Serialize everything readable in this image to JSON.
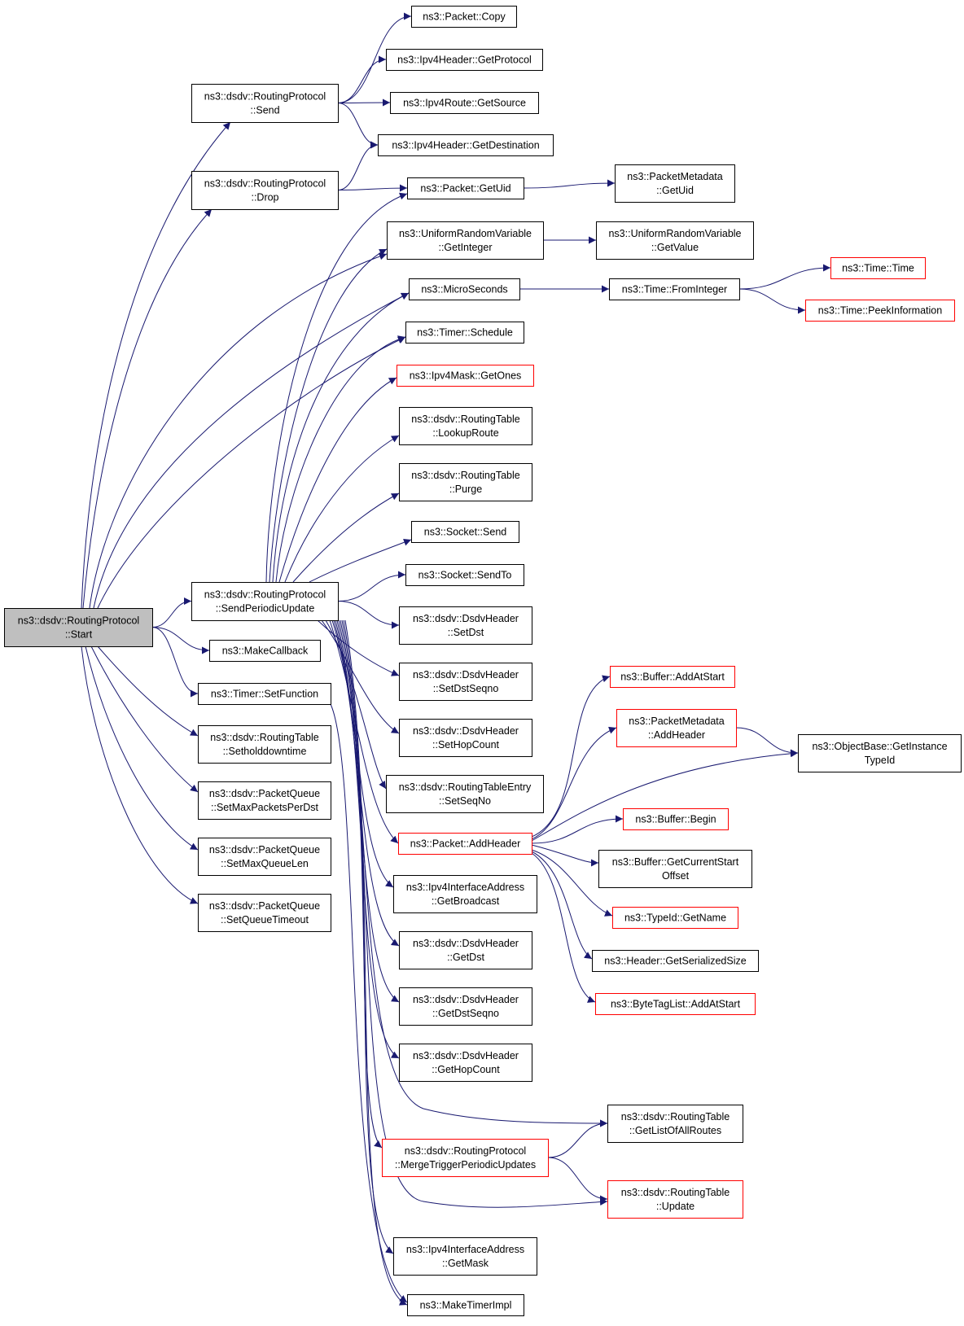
{
  "graph": {
    "colors": {
      "edge": "#191970",
      "arrow": "#191970",
      "node_border": "#000000",
      "node_border_external": "#ff0000",
      "node_fill": "#ffffff",
      "root_fill": "#bfbfbf",
      "text": "#000000"
    },
    "nodes": [
      {
        "id": "start",
        "lines": [
          "ns3::dsdv::RoutingProtocol",
          "::Start"
        ],
        "style": "root"
      },
      {
        "id": "send",
        "lines": [
          "ns3::dsdv::RoutingProtocol",
          "::Send"
        ],
        "style": "normal"
      },
      {
        "id": "drop",
        "lines": [
          "ns3::dsdv::RoutingProtocol",
          "::Drop"
        ],
        "style": "normal"
      },
      {
        "id": "spu",
        "lines": [
          "ns3::dsdv::RoutingProtocol",
          "::SendPeriodicUpdate"
        ],
        "style": "normal"
      },
      {
        "id": "makecb",
        "lines": [
          "ns3::MakeCallback"
        ],
        "style": "normal"
      },
      {
        "id": "setfunc",
        "lines": [
          "ns3::Timer::SetFunction"
        ],
        "style": "normal"
      },
      {
        "id": "sethold",
        "lines": [
          "ns3::dsdv::RoutingTable",
          "::Setholddowntime"
        ],
        "style": "normal"
      },
      {
        "id": "maxpkts",
        "lines": [
          "ns3::dsdv::PacketQueue",
          "::SetMaxPacketsPerDst"
        ],
        "style": "normal"
      },
      {
        "id": "maxqlen",
        "lines": [
          "ns3::dsdv::PacketQueue",
          "::SetMaxQueueLen"
        ],
        "style": "normal"
      },
      {
        "id": "qtimeout",
        "lines": [
          "ns3::dsdv::PacketQueue",
          "::SetQueueTimeout"
        ],
        "style": "normal"
      },
      {
        "id": "pcopy",
        "lines": [
          "ns3::Packet::Copy"
        ],
        "style": "normal"
      },
      {
        "id": "getproto",
        "lines": [
          "ns3::Ipv4Header::GetProtocol"
        ],
        "style": "normal"
      },
      {
        "id": "getsrc",
        "lines": [
          "ns3::Ipv4Route::GetSource"
        ],
        "style": "normal"
      },
      {
        "id": "getdest",
        "lines": [
          "ns3::Ipv4Header::GetDestination"
        ],
        "style": "normal"
      },
      {
        "id": "getuid",
        "lines": [
          "ns3::Packet::GetUid"
        ],
        "style": "normal"
      },
      {
        "id": "pmuid",
        "lines": [
          "ns3::PacketMetadata",
          "::GetUid"
        ],
        "style": "normal"
      },
      {
        "id": "urvint",
        "lines": [
          "ns3::UniformRandomVariable",
          "::GetInteger"
        ],
        "style": "normal"
      },
      {
        "id": "urvval",
        "lines": [
          "ns3::UniformRandomVariable",
          "::GetValue"
        ],
        "style": "normal"
      },
      {
        "id": "micro",
        "lines": [
          "ns3::MicroSeconds"
        ],
        "style": "normal"
      },
      {
        "id": "fromint",
        "lines": [
          "ns3::Time::FromInteger"
        ],
        "style": "normal"
      },
      {
        "id": "timetime",
        "lines": [
          "ns3::Time::Time"
        ],
        "style": "external"
      },
      {
        "id": "peek",
        "lines": [
          "ns3::Time::PeekInformation"
        ],
        "style": "external"
      },
      {
        "id": "tsched",
        "lines": [
          "ns3::Timer::Schedule"
        ],
        "style": "normal"
      },
      {
        "id": "getones",
        "lines": [
          "ns3::Ipv4Mask::GetOnes"
        ],
        "style": "external"
      },
      {
        "id": "lookup",
        "lines": [
          "ns3::dsdv::RoutingTable",
          "::LookupRoute"
        ],
        "style": "normal"
      },
      {
        "id": "purge",
        "lines": [
          "ns3::dsdv::RoutingTable",
          "::Purge"
        ],
        "style": "normal"
      },
      {
        "id": "ssend",
        "lines": [
          "ns3::Socket::Send"
        ],
        "style": "normal"
      },
      {
        "id": "ssendto",
        "lines": [
          "ns3::Socket::SendTo"
        ],
        "style": "normal"
      },
      {
        "id": "setdst",
        "lines": [
          "ns3::dsdv::DsdvHeader",
          "::SetDst"
        ],
        "style": "normal"
      },
      {
        "id": "setdstseq",
        "lines": [
          "ns3::dsdv::DsdvHeader",
          "::SetDstSeqno"
        ],
        "style": "normal"
      },
      {
        "id": "sethop",
        "lines": [
          "ns3::dsdv::DsdvHeader",
          "::SetHopCount"
        ],
        "style": "normal"
      },
      {
        "id": "setseq",
        "lines": [
          "ns3::dsdv::RoutingTableEntry",
          "::SetSeqNo"
        ],
        "style": "normal"
      },
      {
        "id": "addhdr",
        "lines": [
          "ns3::Packet::AddHeader"
        ],
        "style": "external"
      },
      {
        "id": "getbcast",
        "lines": [
          "ns3::Ipv4InterfaceAddress",
          "::GetBroadcast"
        ],
        "style": "normal"
      },
      {
        "id": "getdst",
        "lines": [
          "ns3::dsdv::DsdvHeader",
          "::GetDst"
        ],
        "style": "normal"
      },
      {
        "id": "getdstseq",
        "lines": [
          "ns3::dsdv::DsdvHeader",
          "::GetDstSeqno"
        ],
        "style": "normal"
      },
      {
        "id": "gethop",
        "lines": [
          "ns3::dsdv::DsdvHeader",
          "::GetHopCount"
        ],
        "style": "normal"
      },
      {
        "id": "merge",
        "lines": [
          "ns3::dsdv::RoutingProtocol",
          "::MergeTriggerPeriodicUpdates"
        ],
        "style": "external"
      },
      {
        "id": "getmask",
        "lines": [
          "ns3::Ipv4InterfaceAddress",
          "::GetMask"
        ],
        "style": "normal"
      },
      {
        "id": "mktimer",
        "lines": [
          "ns3::MakeTimerImpl"
        ],
        "style": "normal"
      },
      {
        "id": "bufadd",
        "lines": [
          "ns3::Buffer::AddAtStart"
        ],
        "style": "external"
      },
      {
        "id": "pmaddhdr",
        "lines": [
          "ns3::PacketMetadata",
          "::AddHeader"
        ],
        "style": "external"
      },
      {
        "id": "objbase",
        "lines": [
          "ns3::ObjectBase::GetInstance",
          "TypeId"
        ],
        "style": "normal"
      },
      {
        "id": "bufbegin",
        "lines": [
          "ns3::Buffer::Begin"
        ],
        "style": "external"
      },
      {
        "id": "bufoff",
        "lines": [
          "ns3::Buffer::GetCurrentStart",
          "Offset"
        ],
        "style": "normal"
      },
      {
        "id": "typename",
        "lines": [
          "ns3::TypeId::GetName"
        ],
        "style": "external"
      },
      {
        "id": "hdrsize",
        "lines": [
          "ns3::Header::GetSerializedSize"
        ],
        "style": "normal"
      },
      {
        "id": "btl",
        "lines": [
          "ns3::ByteTagList::AddAtStart"
        ],
        "style": "external"
      },
      {
        "id": "listall",
        "lines": [
          "ns3::dsdv::RoutingTable",
          "::GetListOfAllRoutes"
        ],
        "style": "normal"
      },
      {
        "id": "rtupdate",
        "lines": [
          "ns3::dsdv::RoutingTable",
          "::Update"
        ],
        "style": "external"
      }
    ],
    "edges": [
      [
        "start",
        "send"
      ],
      [
        "start",
        "drop"
      ],
      [
        "start",
        "urvint"
      ],
      [
        "start",
        "micro"
      ],
      [
        "start",
        "tsched"
      ],
      [
        "start",
        "spu"
      ],
      [
        "start",
        "makecb"
      ],
      [
        "start",
        "setfunc"
      ],
      [
        "start",
        "sethold"
      ],
      [
        "start",
        "maxpkts"
      ],
      [
        "start",
        "maxqlen"
      ],
      [
        "start",
        "qtimeout"
      ],
      [
        "send",
        "pcopy"
      ],
      [
        "send",
        "getproto"
      ],
      [
        "send",
        "getsrc"
      ],
      [
        "send",
        "getdest"
      ],
      [
        "drop",
        "getdest"
      ],
      [
        "drop",
        "getuid"
      ],
      [
        "getuid",
        "pmuid"
      ],
      [
        "urvint",
        "urvval"
      ],
      [
        "micro",
        "fromint"
      ],
      [
        "fromint",
        "timetime"
      ],
      [
        "fromint",
        "peek"
      ],
      [
        "spu",
        "getuid"
      ],
      [
        "spu",
        "urvint"
      ],
      [
        "spu",
        "micro"
      ],
      [
        "spu",
        "tsched"
      ],
      [
        "spu",
        "getones"
      ],
      [
        "spu",
        "lookup"
      ],
      [
        "spu",
        "purge"
      ],
      [
        "spu",
        "ssend"
      ],
      [
        "spu",
        "ssendto"
      ],
      [
        "spu",
        "setdst"
      ],
      [
        "spu",
        "setdstseq"
      ],
      [
        "spu",
        "sethop"
      ],
      [
        "spu",
        "setseq"
      ],
      [
        "spu",
        "addhdr"
      ],
      [
        "spu",
        "getbcast"
      ],
      [
        "spu",
        "getdst"
      ],
      [
        "spu",
        "getdstseq"
      ],
      [
        "spu",
        "gethop"
      ],
      [
        "spu",
        "listall"
      ],
      [
        "spu",
        "merge"
      ],
      [
        "spu",
        "rtupdate"
      ],
      [
        "spu",
        "getmask"
      ],
      [
        "spu",
        "mktimer"
      ],
      [
        "setfunc",
        "mktimer"
      ],
      [
        "addhdr",
        "bufadd"
      ],
      [
        "addhdr",
        "pmaddhdr"
      ],
      [
        "addhdr",
        "objbase"
      ],
      [
        "addhdr",
        "bufbegin"
      ],
      [
        "addhdr",
        "bufoff"
      ],
      [
        "addhdr",
        "typename"
      ],
      [
        "addhdr",
        "hdrsize"
      ],
      [
        "addhdr",
        "btl"
      ],
      [
        "pmaddhdr",
        "objbase"
      ],
      [
        "merge",
        "listall"
      ],
      [
        "merge",
        "rtupdate"
      ]
    ]
  }
}
